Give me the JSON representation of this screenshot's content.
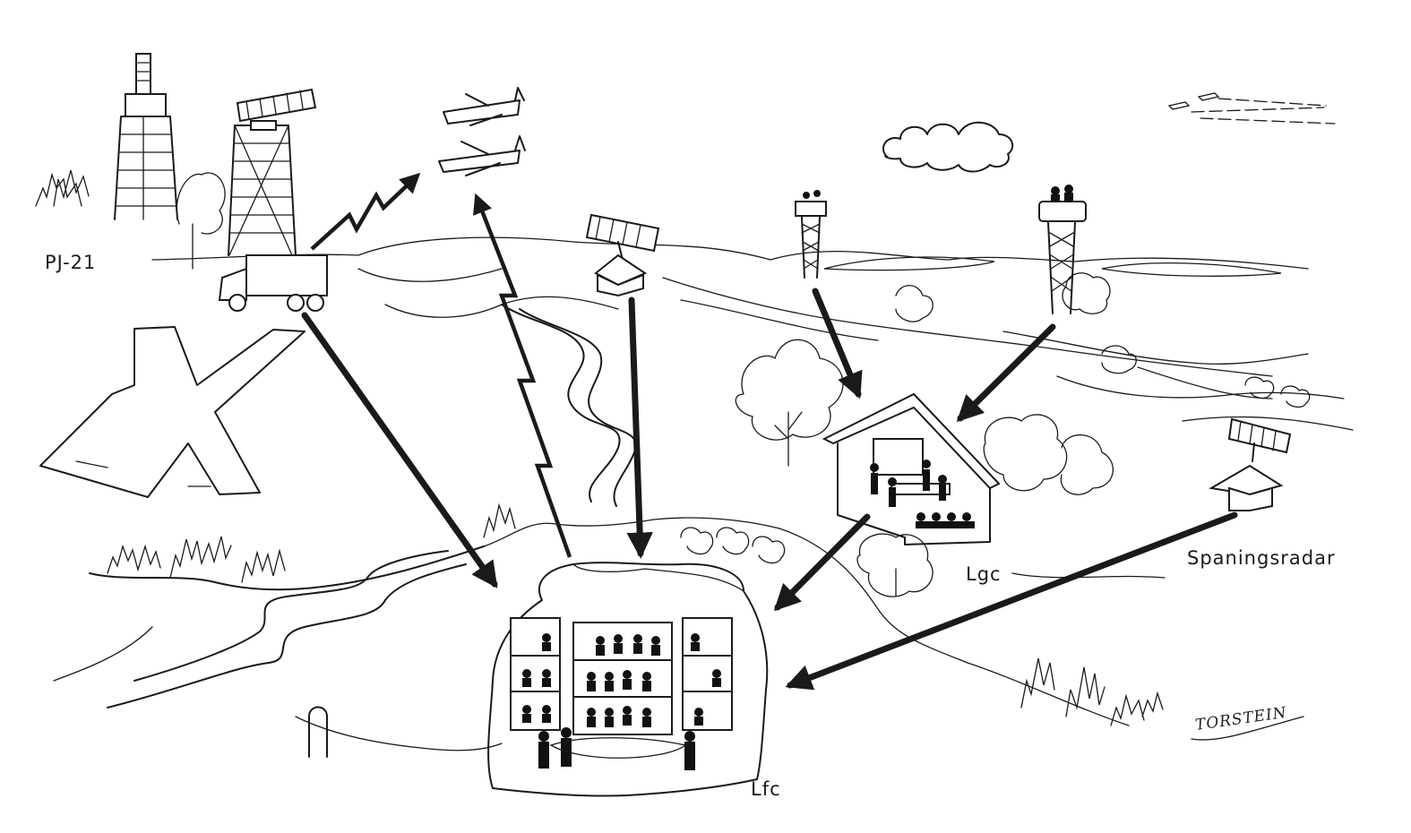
{
  "labels": {
    "pj21": "PJ-21",
    "lgc": "Lgc",
    "spaningsradar": "Spaningsradar",
    "lfc": "Lfc"
  },
  "signature": "TORSTEIN"
}
